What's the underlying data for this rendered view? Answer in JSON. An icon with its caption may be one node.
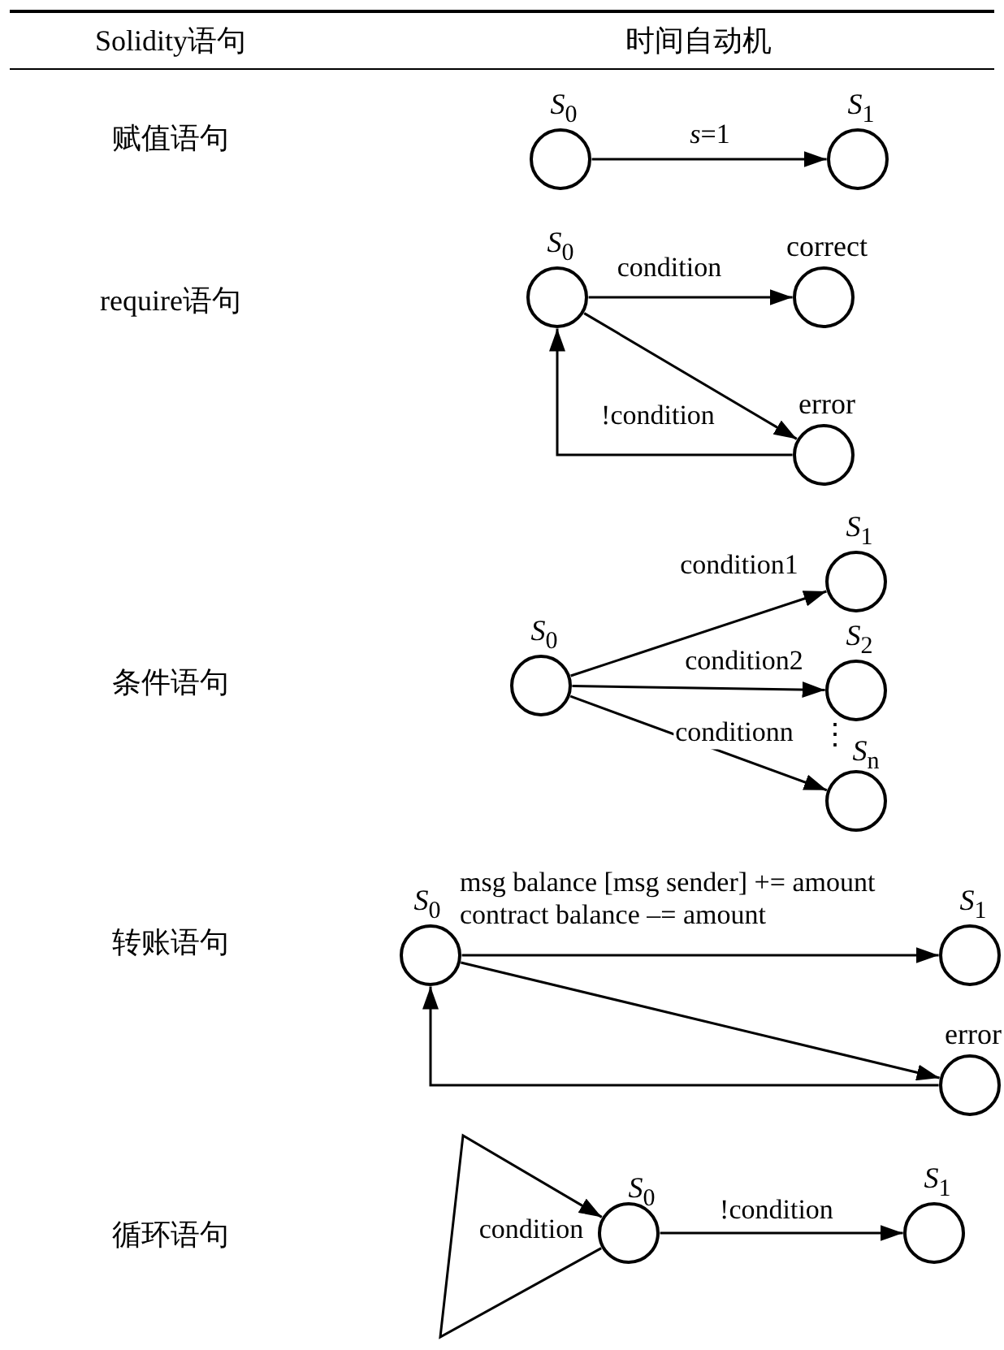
{
  "diagram": {
    "nodes": [
      {
        "text": [
          "*S*$_{0}$"
        ]
      },
      {
        "text": [
          "*S*$_{1}$"
        ]
      },
      {
        "text": [
          "*S*$_{0}$"
        ]
      },
      {
        "text": [
          "correct"
        ]
      },
      {
        "text": [
          "error"
        ]
      },
      {
        "text": [
          "*S*$_{0}$"
        ]
      },
      {
        "text": [
          "*S*$_{1}$"
        ]
      },
      {
        "text": [
          "*S*$_{2}$"
        ]
      },
      {
        "text": [
          "*S*$_{n}$"
        ]
      },
      {
        "text": [
          "*S*$_{0}$"
        ]
      },
      {
        "text": [
          "*S*$_{1}$"
        ]
      },
      {
        "text": [
          "error"
        ]
      },
      {
        "text": [
          "*S*$_{0}$"
        ]
      },
      {
        "text": [
          "*S*$_{1}$"
        ]
      }
    ],
    "edges": [
      {
        "from": 0,
        "to": 1,
        "arrow": "to",
        "label": "*s*=1"
      },
      {
        "from": 2,
        "to": 3,
        "arrow": "to",
        "label": "condition"
      },
      {
        "from": 2,
        "to": 4,
        "arrow": "to"
      },
      {
        "from": 4,
        "to": 2,
        "arrow": "to",
        "label": "!condition"
      },
      {
        "from": 5,
        "to": 6,
        "arrow": "to",
        "label": "condition1"
      },
      {
        "from": 5,
        "to": 7,
        "arrow": "to",
        "label": "condition2"
      },
      {
        "from": 5,
        "to": 8,
        "arrow": "to",
        "label": "conditionn"
      },
      {
        "from": 9,
        "to": 10,
        "arrow": "to",
        "label": "msg balance [msg sender] += amount contract balance –= amount"
      },
      {
        "from": 9,
        "to": 11,
        "arrow": "to"
      },
      {
        "from": 11,
        "to": 9,
        "arrow": "to"
      },
      {
        "from": 12,
        "to": 12,
        "arrow": "to",
        "label": "condition"
      },
      {
        "from": 12,
        "to": 13,
        "arrow": "to",
        "label": "!condition"
      }
    ],
    "labels": [
      "Solidity语句",
      "时间自动机",
      "赋值语句",
      "require语句",
      "条件语句",
      "⋮",
      "转账语句",
      "循环语句"
    ]
  }
}
